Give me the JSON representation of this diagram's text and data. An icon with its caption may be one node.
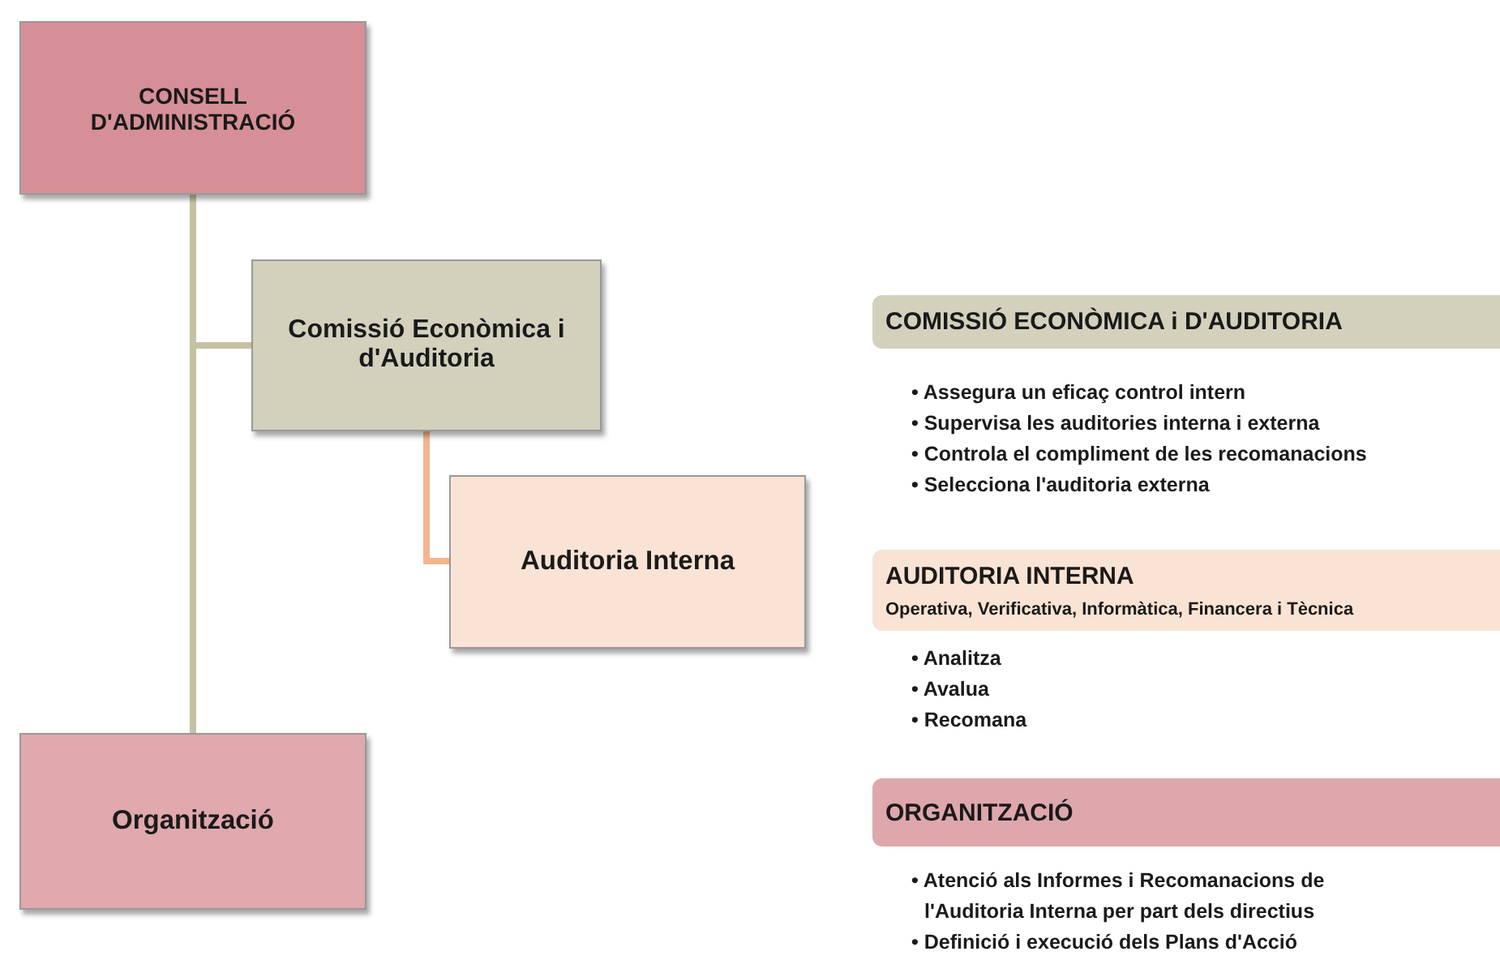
{
  "diagram": {
    "nodes": [
      {
        "text": [
          "CONSELL D'ADMINISTRACIÓ"
        ]
      },
      {
        "text": [
          "Comissió Econòmica i d'Auditoria"
        ]
      },
      {
        "text": [
          "Auditoria Interna"
        ]
      },
      {
        "text": [
          "Organització"
        ]
      },
      {
        "text": [
          "COMISSIÓ ECONÒMICA i  D'AUDITORIA"
        ],
        "beside": [
          "• Assegura un eficaç control intern",
          "• Supervisa les auditories interna i externa",
          "• Controla el compliment de les recomanacions",
          "• Selecciona l'auditoria externa"
        ]
      },
      {
        "text": [
          "AUDITORIA INTERNA",
          "Operativa, Verificativa, Informàtica, Financera i Tècnica"
        ],
        "beside": [
          "• Analitza",
          "• Avalua",
          "• Recomana"
        ]
      },
      {
        "text": [
          "ORGANITZACIÓ"
        ],
        "beside": [
          "• Atenció als Informes i Recomanacions de l'Auditoria Interna per part dels directius",
          "• Definició i execució dels Plans d'Acció"
        ]
      }
    ],
    "edges": [
      {
        "from": 0,
        "to": 3,
        "arrow": "none"
      },
      {
        "from": 0,
        "to": 1,
        "arrow": "none"
      },
      {
        "from": 1,
        "to": 2,
        "arrow": "none",
        "color": "#f4b58c"
      }
    ]
  }
}
